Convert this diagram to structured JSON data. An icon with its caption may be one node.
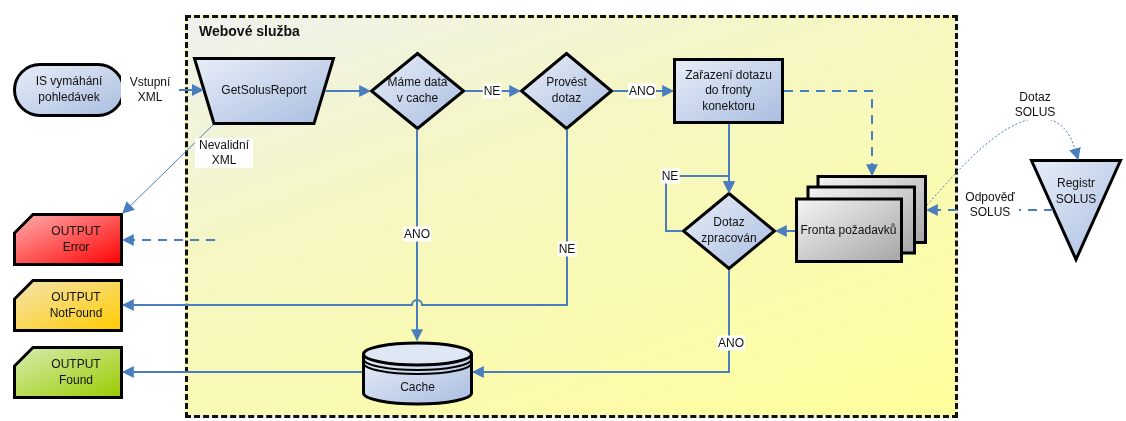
{
  "diagram": {
    "nodes": [
      {
        "text": [
          "Webové služba"
        ]
      },
      {
        "text": [
          "IS vymáhání pohledávek"
        ]
      },
      {
        "text": [
          "GetSolusReport"
        ],
        "in": 0
      },
      {
        "text": [
          "Máme data v cache"
        ],
        "in": 0
      },
      {
        "text": [
          "Provést dotaz"
        ],
        "in": 0
      },
      {
        "text": [
          "Zařazení dotazu do fronty konektoru"
        ],
        "in": 0
      },
      {
        "text": [
          "Fronta požadavků"
        ],
        "in": 0
      },
      {
        "text": [
          "Dotaz zpracován"
        ],
        "in": 0
      },
      {
        "text": [
          "Cache"
        ],
        "in": 0
      },
      {
        "text": [
          "Registr SOLUS"
        ]
      },
      {
        "text": [
          "OUTPUT Error"
        ]
      },
      {
        "text": [
          "OUTPUT NotFound"
        ]
      },
      {
        "text": [
          "OUTPUT Found"
        ]
      }
    ],
    "edges": [
      {
        "from": 1,
        "to": 2,
        "arrow": "to",
        "label": "Vstupní XML"
      },
      {
        "from": 2,
        "to": 3,
        "arrow": "to"
      },
      {
        "from": 3,
        "to": 4,
        "arrow": "to",
        "label": "NE"
      },
      {
        "from": 4,
        "to": 5,
        "arrow": "to",
        "label": "ANO"
      },
      {
        "from": 5,
        "to": 6,
        "arrow": "to",
        "style": "dashed"
      },
      {
        "from": 5,
        "to": 7,
        "arrow": "to"
      },
      {
        "from": 7,
        "to": 7,
        "arrow": "to",
        "label": "NE"
      },
      {
        "from": 6,
        "to": 7,
        "arrow": "to"
      },
      {
        "from": 7,
        "to": 8,
        "arrow": "to",
        "label": "ANO"
      },
      {
        "from": 3,
        "to": 8,
        "arrow": "to",
        "label": "ANO"
      },
      {
        "from": 4,
        "to": 11,
        "arrow": "to",
        "label": "NE"
      },
      {
        "from": 8,
        "to": 12,
        "arrow": "to"
      },
      {
        "from": 2,
        "to": 10,
        "arrow": "to",
        "label": "Nevalidní XML"
      },
      {
        "from": null,
        "to": 10,
        "arrow": "to",
        "style": "dashed"
      },
      {
        "from": 6,
        "to": 9,
        "arrow": "to",
        "label": "Dotaz SOLUS",
        "style": "dashed"
      },
      {
        "from": 9,
        "to": 6,
        "arrow": "to",
        "label": "Odpověď SOLUS",
        "style": "dashed"
      }
    ]
  }
}
